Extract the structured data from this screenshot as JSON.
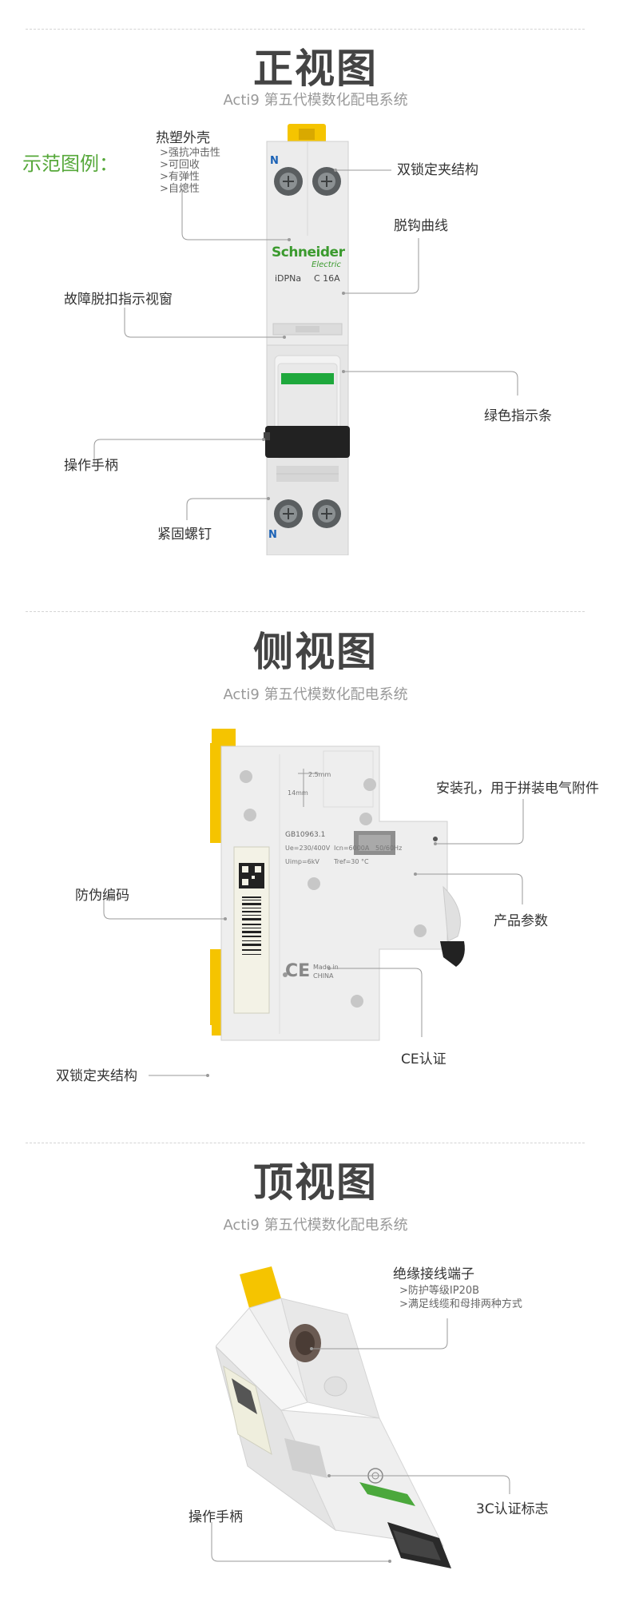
{
  "section1": {
    "title": "正视图",
    "subtitle": "Acti9 第五代模数化配电系统",
    "demo_label": "示范图例：",
    "callouts": {
      "housing": "热塑外壳",
      "housing_features": [
        ">强抗冲击性",
        ">可回收",
        ">有弹性",
        ">自熄性"
      ],
      "double_lock": "双锁定夹结构",
      "trip_curve": "脱钩曲线",
      "fault_window": "故障脱扣指示视窗",
      "green_bar": "绿色指示条",
      "handle": "操作手柄",
      "screw": "紧固螺钉"
    },
    "device": {
      "brand_top": "Schneider",
      "brand_bottom": "Electric",
      "model": "iDPNa",
      "rating": "C 16A",
      "neutral_top": "N",
      "neutral_bottom": "N"
    }
  },
  "section2": {
    "title": "侧视图",
    "subtitle": "Acti9 第五代模数化配电系统",
    "callouts": {
      "mount_hole": "安装孔，用于拼装电气附件",
      "anti_fake": "防伪编码",
      "params": "产品参数",
      "ce": "CE认证",
      "double_lock": "双锁定夹结构"
    },
    "device": {
      "dim_top": "2.5mm",
      "dim_left": "14mm",
      "standard": "GB10963.1",
      "ue": "Ue=230/400V",
      "icn": "Icn=6000A",
      "freq": "50/60Hz",
      "uimp": "Uimp=6kV",
      "temp": "Tref=30 °C",
      "made_in": "Made in",
      "country": "CHINA",
      "ce_mark": "CE"
    }
  },
  "section3": {
    "title": "顶视图",
    "subtitle": "Acti9 第五代模数化配电系统",
    "callouts": {
      "terminal": "绝缘接线端子",
      "terminal_features": [
        ">防护等级IP20B",
        ">满足线缆和母排两种方式"
      ],
      "ccc": "3C认证标志",
      "handle": "操作手柄"
    }
  },
  "colors": {
    "accent_green": "#56a83a",
    "yellow": "#f5c400",
    "body": "#ececec"
  }
}
